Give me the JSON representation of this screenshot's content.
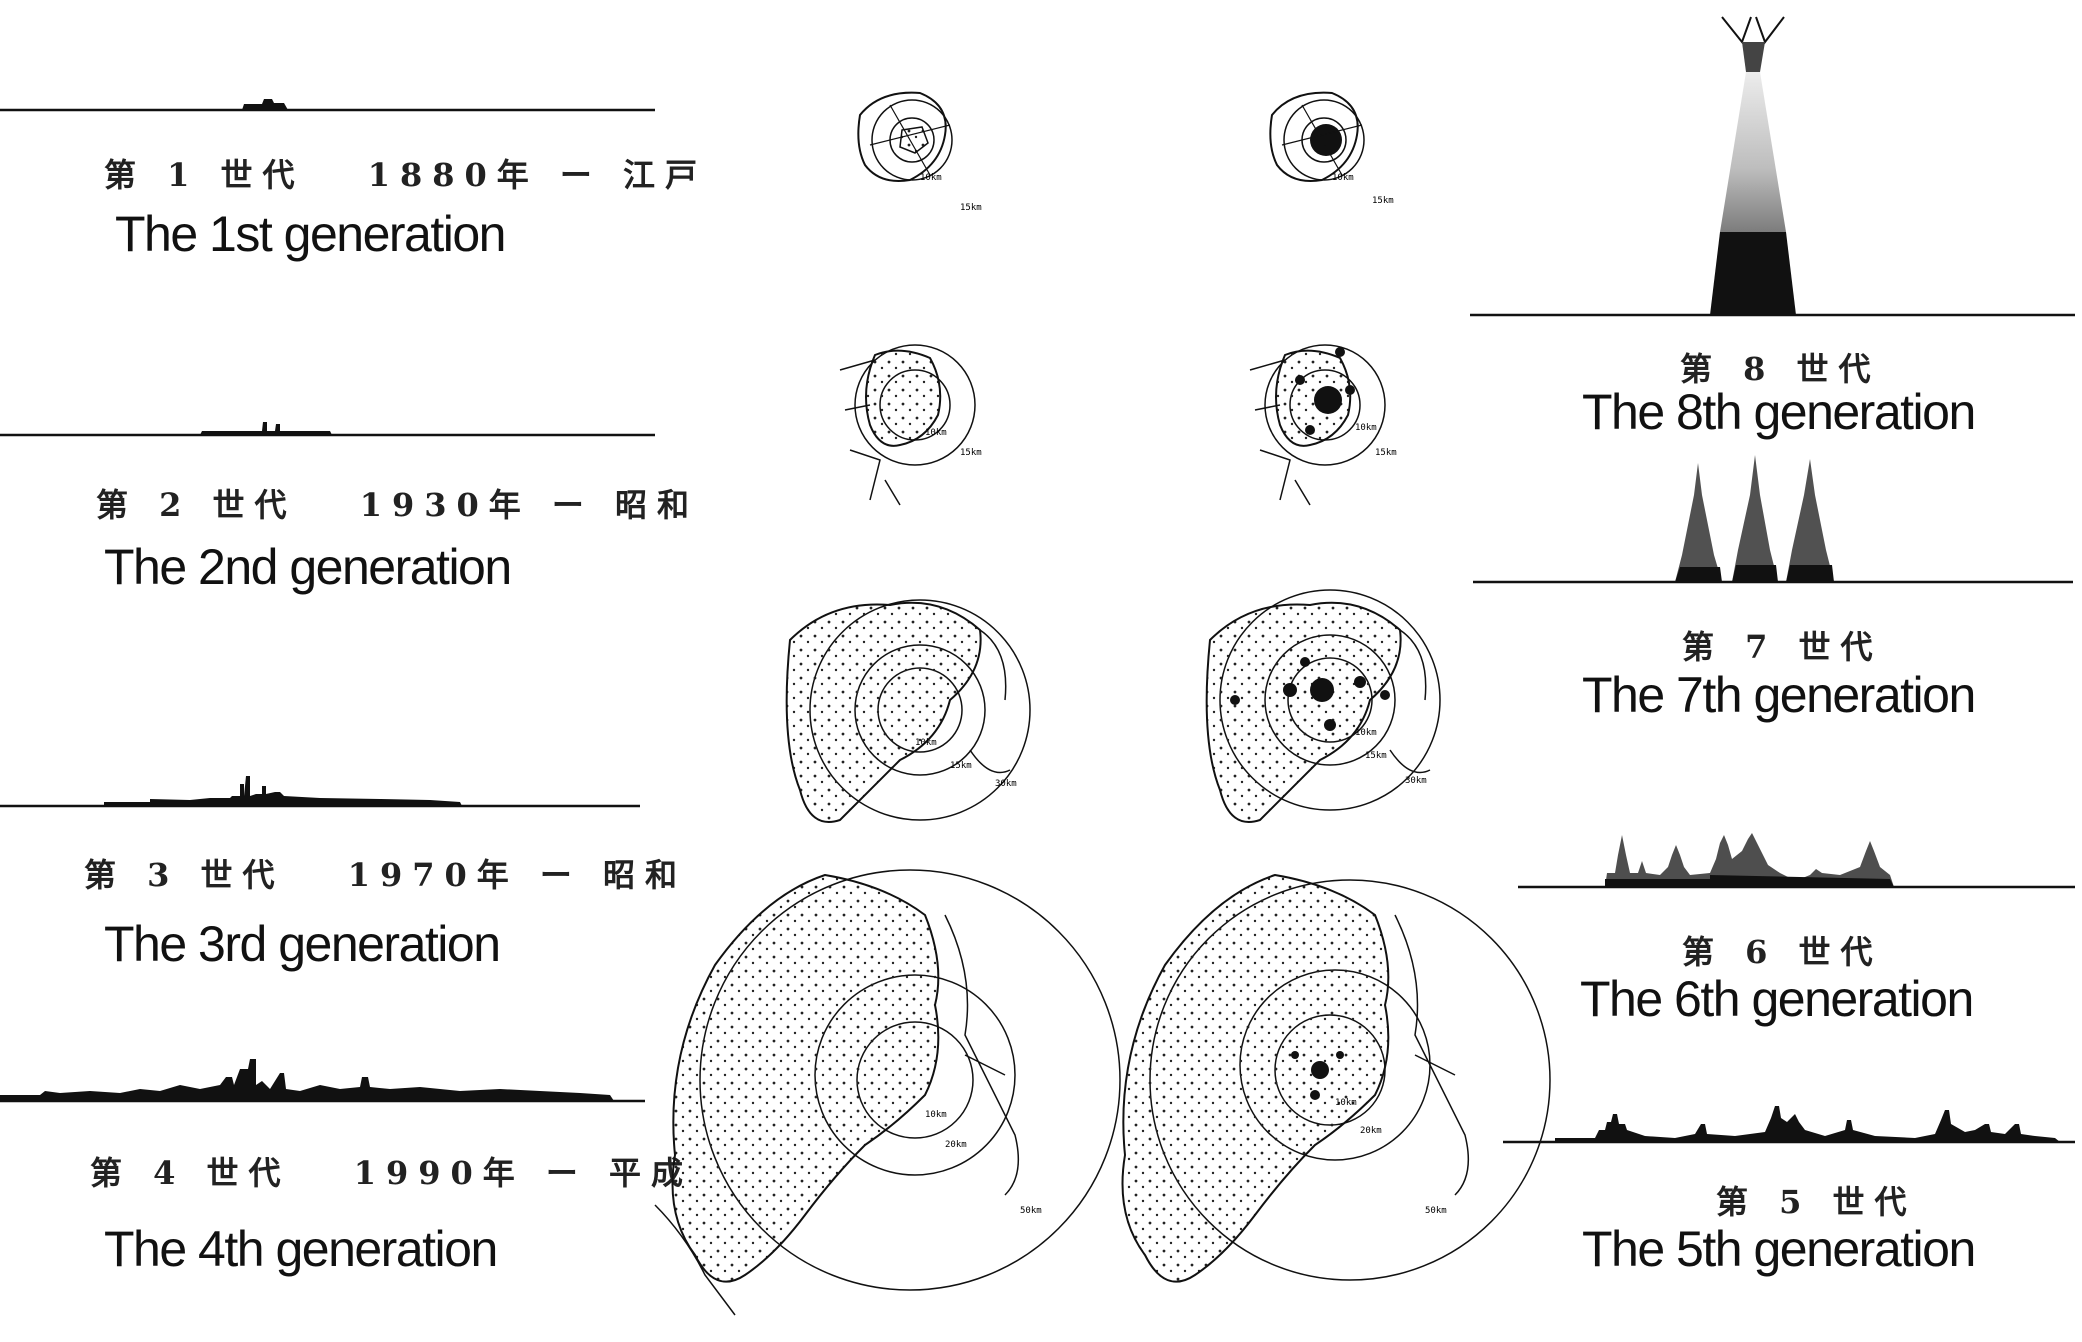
{
  "generations": [
    {
      "jp": "第 1 世代　 1880年 ー 江戸",
      "en": "The 1st generation"
    },
    {
      "jp": "第 2 世代　 1930年 ー 昭和",
      "en": "The 2nd generation"
    },
    {
      "jp": "第 3 世代　 1970年 ー 昭和",
      "en": "The 3rd generation"
    },
    {
      "jp": "第 4 世代　 1990年 ー 平成",
      "en": "The 4th generation"
    },
    {
      "jp": "第 5 世代",
      "en": "The 5th generation"
    },
    {
      "jp": "第 6 世代",
      "en": "The 6th generation"
    },
    {
      "jp": "第 7 世代",
      "en": "The 7th generation"
    },
    {
      "jp": "第 8 世代",
      "en": "The 8th generation"
    }
  ],
  "maps": {
    "scale_10km": "10km",
    "scale_15km": "15km",
    "scale_20km": "20km",
    "scale_30km": "30km",
    "scale_50km": "50km"
  }
}
